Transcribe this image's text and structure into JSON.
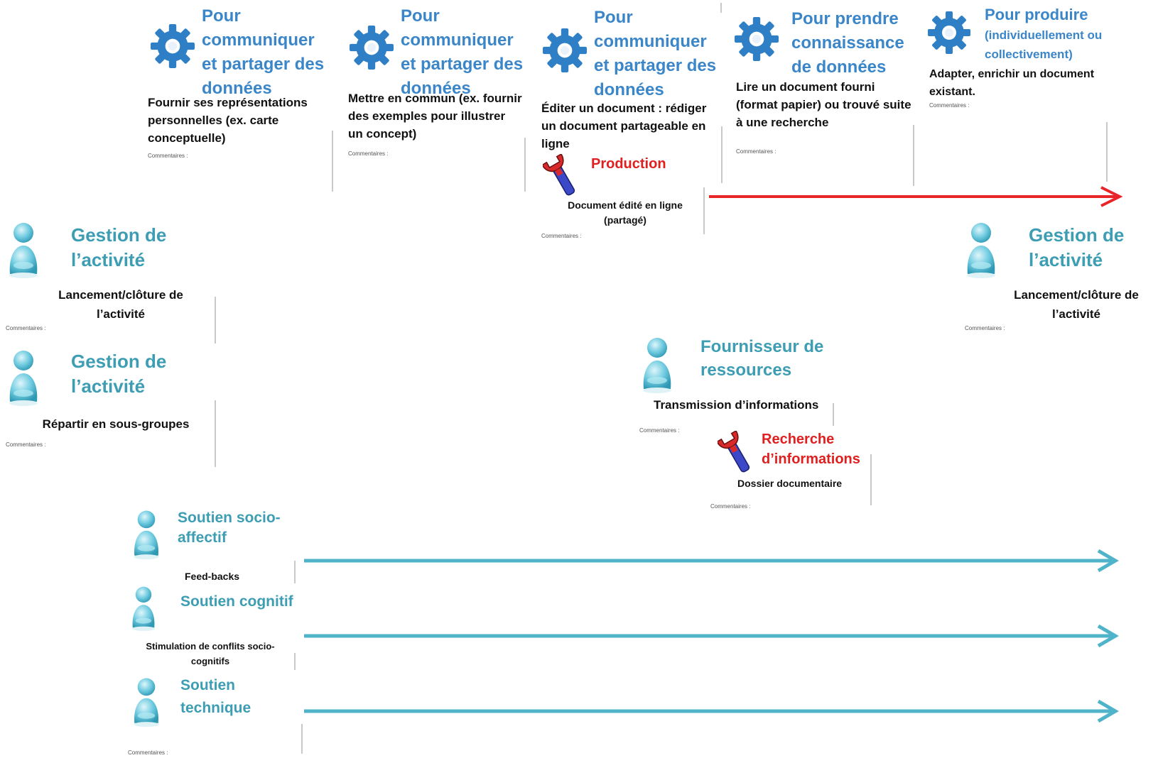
{
  "gear_cards": [
    {
      "title": "Pour communiquer et partager des données",
      "description": "Fournir ses représentations personnelles (ex. carte conceptuelle)",
      "comment_label": "Commentaires :"
    },
    {
      "title": "Pour communiquer et partager des données",
      "description": "Mettre en commun (ex. fournir des exemples pour illustrer un concept)",
      "comment_label": "Commentaires :"
    },
    {
      "title": "Pour communiquer et partager des données",
      "description": "Éditer un document : rédiger un document partageable en ligne",
      "comment_label": ""
    },
    {
      "title": "Pour prendre connaissance de données",
      "description": "Lire un document fourni (format papier) ou trouvé suite à une recherche",
      "comment_label": "Commentaires :"
    },
    {
      "title": "Pour produire",
      "subtitle": "(individuellement ou collectivement)",
      "description": "Adapter, enrichir un document existant.",
      "comment_label": "Commentaires :"
    }
  ],
  "tools": {
    "production": {
      "title": "Production",
      "description": "Document édité en ligne (partagé)",
      "comment_label": "Commentaires :"
    },
    "recherche": {
      "title": "Recherche d’informations",
      "description": "Dossier documentaire",
      "comment_label": "Commentaires :"
    }
  },
  "activities": {
    "gestion_1": {
      "title": "Gestion de l’activité",
      "description": "Lancement/clôture de l’activité",
      "comment_label": "Commentaires :"
    },
    "gestion_2": {
      "title": "Gestion de l’activité",
      "description": "Répartir en sous-groupes",
      "comment_label": "Commentaires :"
    },
    "gestion_3": {
      "title": "Gestion de l’activité",
      "description": "Lancement/clôture de l’activité",
      "comment_label": "Commentaires :"
    },
    "fournisseur": {
      "title": "Fournisseur de ressources",
      "description": "Transmission d’informations",
      "comment_label": "Commentaires :"
    }
  },
  "supports": {
    "socio": {
      "title": "Soutien socio-affectif",
      "description": "Feed-backs"
    },
    "cognitif": {
      "title": "Soutien cognitif",
      "description": "Stimulation de conflits socio-cognitifs"
    },
    "technique": {
      "title": "Soutien technique",
      "description": "",
      "comment_label": "Commentaires :"
    }
  },
  "colors": {
    "gear": "#2f7fc6",
    "person": "#5ec3d6",
    "red_arrow": "#e8262a",
    "teal_arrow": "#4fb3c9"
  }
}
